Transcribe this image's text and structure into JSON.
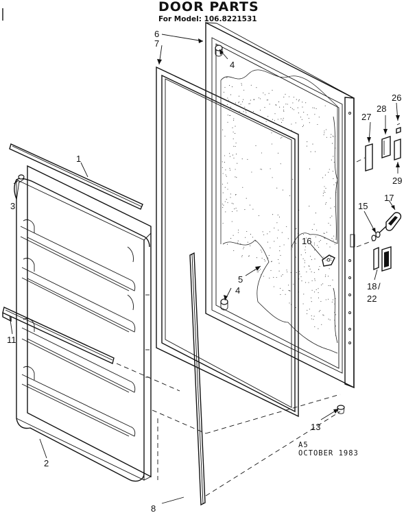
{
  "title": "DOOR PARTS",
  "subtitle": "For Model: 106.8221531",
  "footer": {
    "revision": "A5",
    "date": "OCTOBER 1983"
  },
  "callouts": {
    "c1": "1",
    "c2": "2",
    "c3": "3",
    "c4a": "4",
    "c4b": "4",
    "c5": "5",
    "c6": "6",
    "c7": "7",
    "c8": "8",
    "c11": "11",
    "c13": "13",
    "c15": "15",
    "c16": "16",
    "c17": "17",
    "c18": "18",
    "c22": "22",
    "c26": "26",
    "c27": "27",
    "c28": "28",
    "c29": "29"
  }
}
